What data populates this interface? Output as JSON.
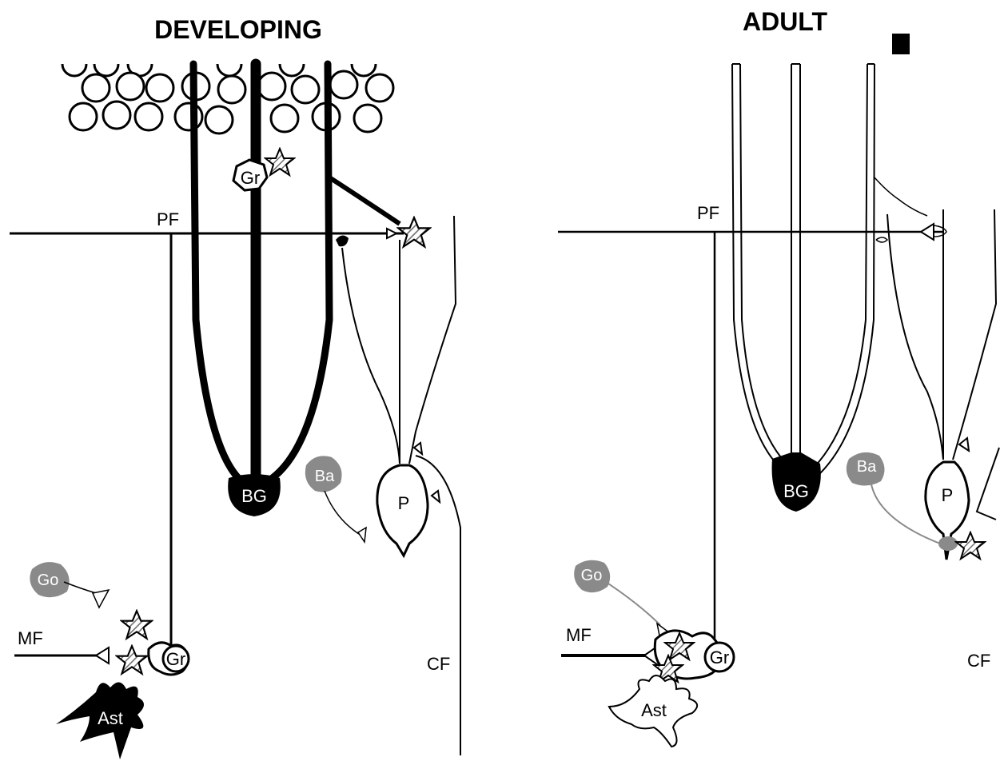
{
  "panels": {
    "developing": {
      "title": "DEVELOPING",
      "labels": {
        "pf": "PF",
        "gr_top": "Gr",
        "bg": "BG",
        "ba": "Ba",
        "p": "P",
        "go": "Go",
        "mf": "MF",
        "gr_bottom": "Gr",
        "ast": "Ast",
        "cf": "CF"
      }
    },
    "adult": {
      "title": "ADULT",
      "labels": {
        "pf": "PF",
        "bg": "BG",
        "ba": "Ba",
        "p": "P",
        "go": "Go",
        "mf": "MF",
        "gr": "Gr",
        "ast": "Ast",
        "cf": "CF"
      }
    }
  },
  "colors": {
    "ink": "#000000",
    "gray_cell": "#8a8a8a",
    "star_hatch": "#6f6f6f",
    "background": "#ffffff"
  }
}
